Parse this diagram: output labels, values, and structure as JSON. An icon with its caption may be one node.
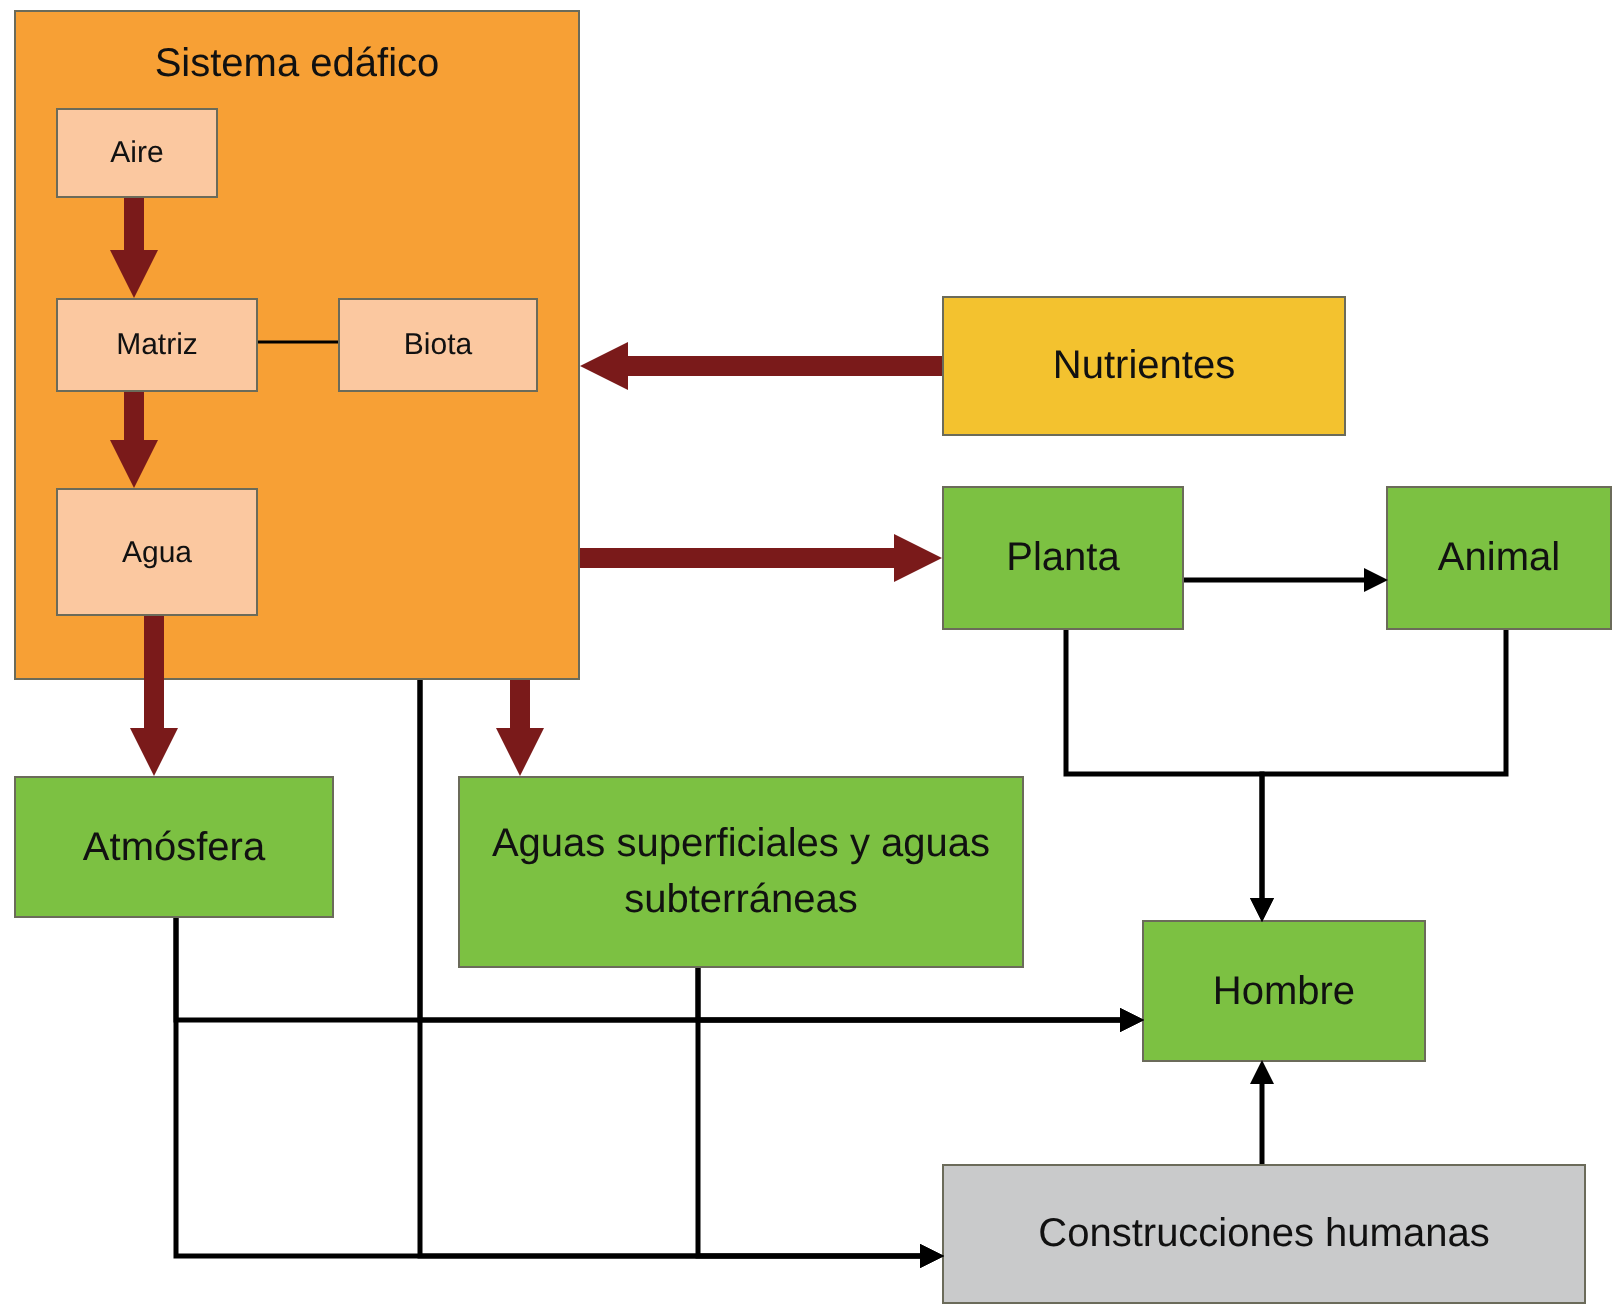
{
  "diagram": {
    "nodes": [
      {
        "text": [
          "Sistema edáfico"
        ]
      },
      {
        "text": [
          "Aire"
        ],
        "in": 0
      },
      {
        "text": [
          "Matriz"
        ],
        "in": 0
      },
      {
        "text": [
          "Biota"
        ],
        "in": 0
      },
      {
        "text": [
          "Agua"
        ],
        "in": 0
      },
      {
        "text": [
          "Nutrientes"
        ]
      },
      {
        "text": [
          "Planta"
        ]
      },
      {
        "text": [
          "Animal"
        ]
      },
      {
        "text": [
          "Atmósfera"
        ]
      },
      {
        "text": [
          "Aguas superficiales y aguas subterráneas"
        ]
      },
      {
        "text": [
          "Hombre"
        ]
      },
      {
        "text": [
          "Construcciones humanas"
        ]
      }
    ],
    "edges": [
      {
        "from": 1,
        "to": 2,
        "arrow": "to",
        "style": "thick",
        "color": "#7a1a1a"
      },
      {
        "from": 2,
        "to": 3,
        "arrow": "none"
      },
      {
        "from": 2,
        "to": 4,
        "arrow": "to",
        "style": "thick",
        "color": "#7a1a1a"
      },
      {
        "from": 5,
        "to": 0,
        "arrow": "to",
        "style": "thick",
        "color": "#7a1a1a"
      },
      {
        "from": 0,
        "to": 6,
        "arrow": "to",
        "style": "thick",
        "color": "#7a1a1a"
      },
      {
        "from": 4,
        "to": 8,
        "arrow": "to",
        "style": "thick",
        "color": "#7a1a1a"
      },
      {
        "from": 0,
        "to": 9,
        "arrow": "to",
        "style": "thick",
        "color": "#7a1a1a"
      },
      {
        "from": 6,
        "to": 7,
        "arrow": "to"
      },
      {
        "from": 6,
        "to": 10,
        "arrow": "to"
      },
      {
        "from": 7,
        "to": 10,
        "arrow": "to"
      },
      {
        "from": 8,
        "to": 10,
        "arrow": "to"
      },
      {
        "from": 8,
        "to": 11,
        "arrow": "to"
      },
      {
        "from": 0,
        "to": 10,
        "arrow": "to"
      },
      {
        "from": 0,
        "to": 11,
        "arrow": "to"
      },
      {
        "from": 9,
        "to": 10,
        "arrow": "to"
      },
      {
        "from": 9,
        "to": 11,
        "arrow": "to"
      },
      {
        "from": 11,
        "to": 10,
        "arrow": "to"
      }
    ]
  }
}
